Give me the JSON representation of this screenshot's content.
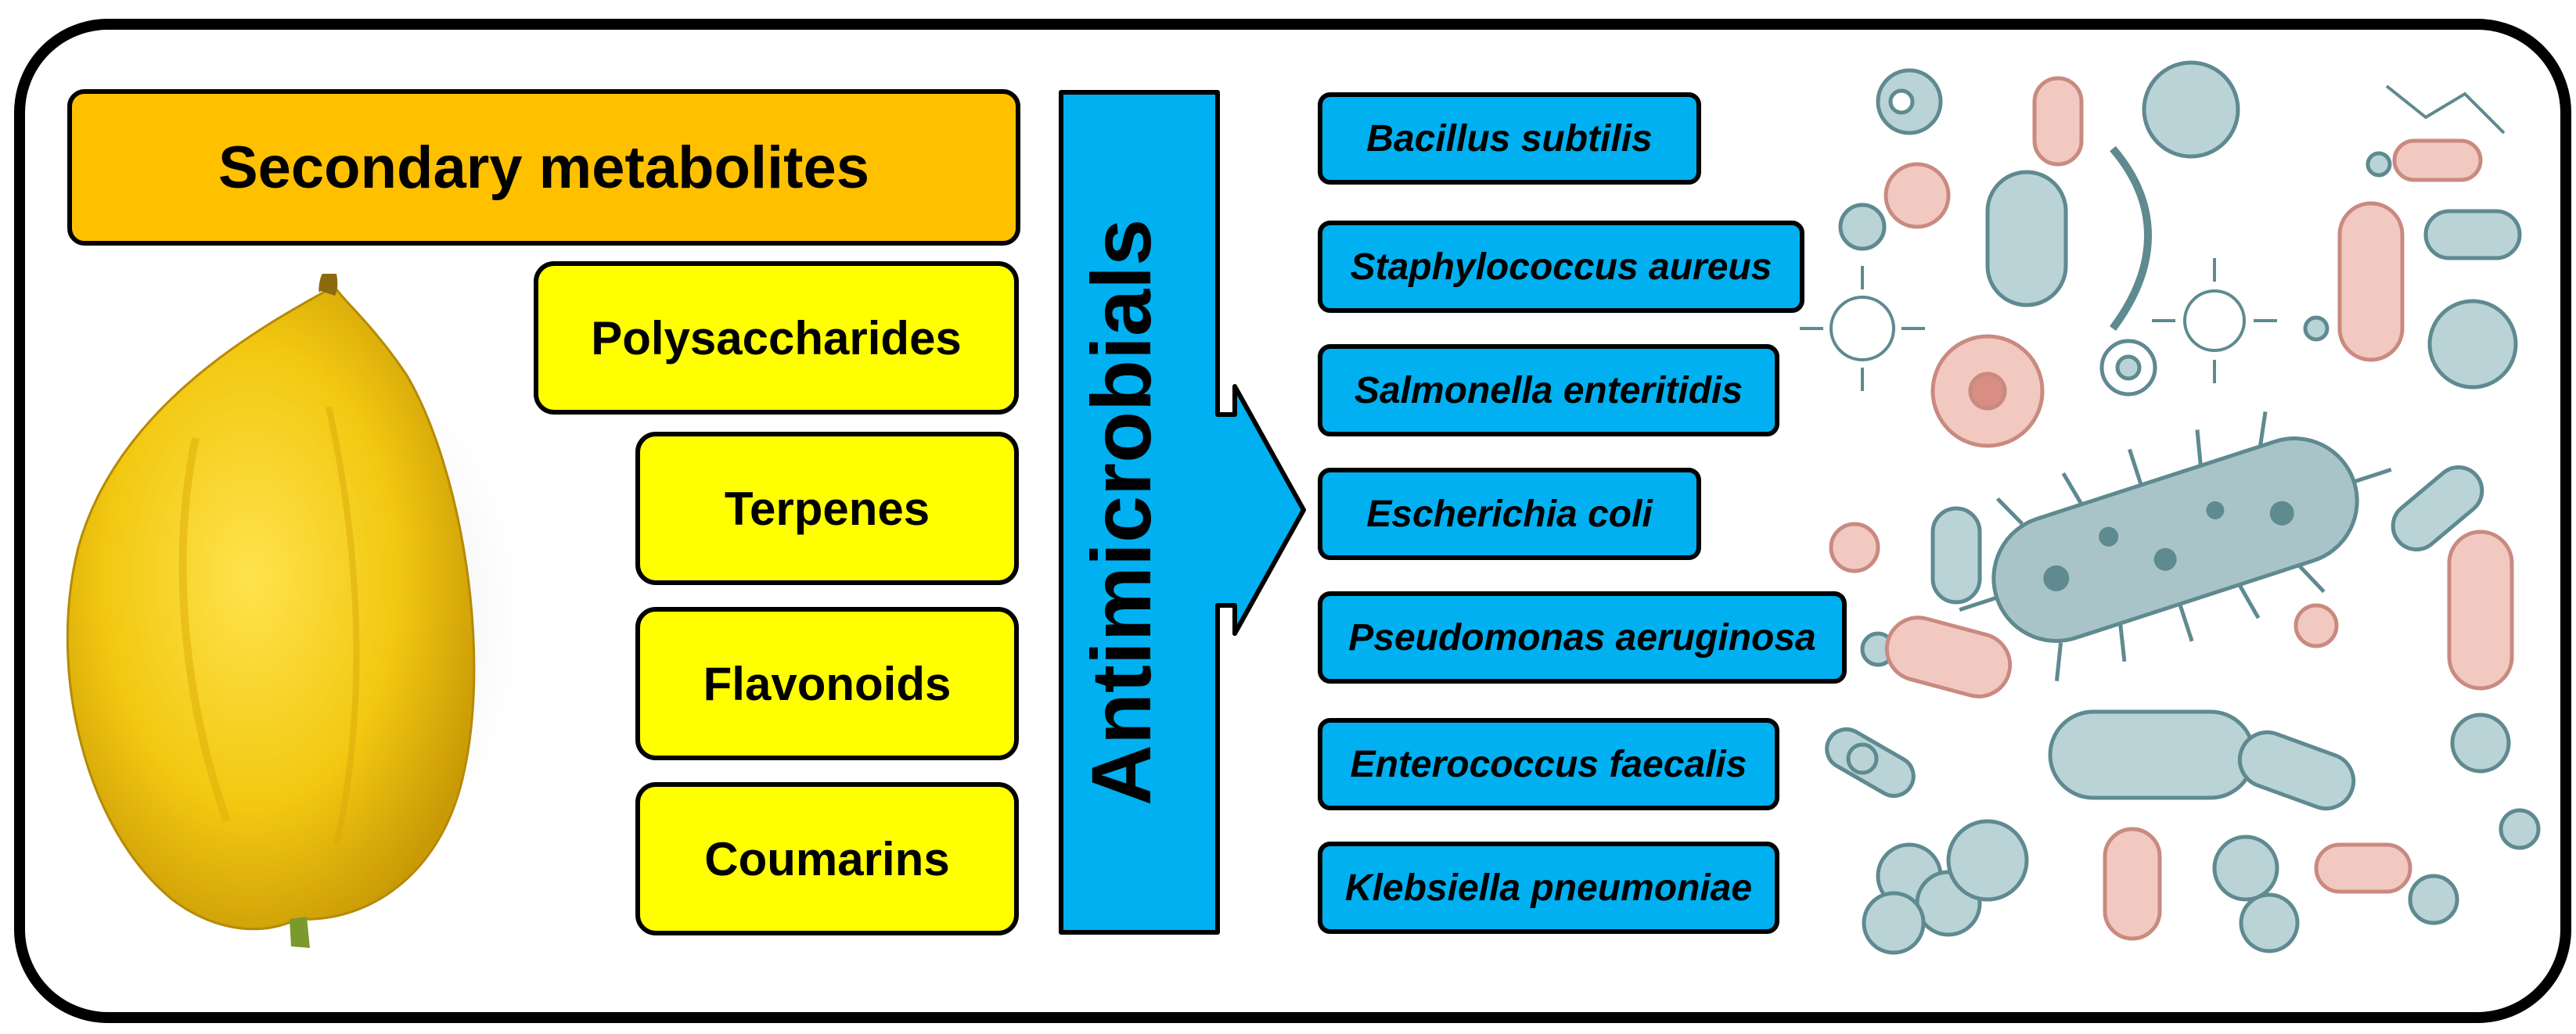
{
  "title": "Secondary metabolites",
  "compounds": [
    "Polysaccharides",
    "Terpenes",
    "Flavonoids",
    "Coumarins"
  ],
  "arrow_label": "Antimicrobials",
  "bacteria": [
    "Bacillus subtilis",
    "Staphylococcus aureus",
    "Salmonella enteritidis",
    "Escherichia coli",
    "Pseudomonas aeruginosa",
    "Enterococcus faecalis",
    "Klebsiella pneumoniae"
  ],
  "colors": {
    "title_fill": "#FFC000",
    "compound_fill": "#FFFF00",
    "arrow_fill": "#00B0F0",
    "bacteria_fill": "#00B0F0",
    "lemon": "#F2C811"
  },
  "icons": [
    "citron-fruit-image",
    "microbes-illustration"
  ]
}
